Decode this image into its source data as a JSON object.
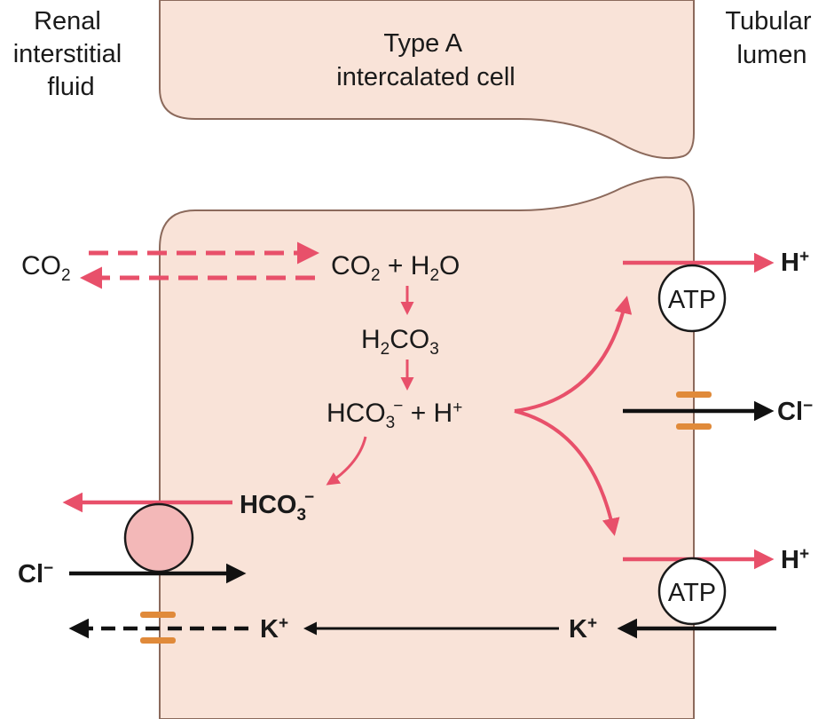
{
  "header": {
    "left_region": [
      "Renal",
      "interstitial",
      "fluid"
    ],
    "cell_title": [
      "Type A",
      "intercalated cell"
    ],
    "right_region": [
      "Tubular",
      "lumen"
    ]
  },
  "molecules": {
    "co2": {
      "main": "CO",
      "sub": "2"
    },
    "co2_h2o": {
      "a": "CO",
      "a_sub": "2",
      "b": " + H",
      "b_sub": "2",
      "c": "O"
    },
    "h2co3": {
      "a": "H",
      "a_sub": "2",
      "b": "CO",
      "b_sub": "3"
    },
    "hco3_h": {
      "a": "HCO",
      "a_sub": "3",
      "a_sup": "−",
      "b": " + H",
      "b_sup": "+"
    },
    "hco3_exit": {
      "a": "HCO",
      "a_sub": "3",
      "a_sup": "−"
    },
    "cl_in": {
      "a": "Cl",
      "a_sup": "−"
    },
    "k_left": {
      "a": "K",
      "a_sup": "+"
    },
    "k_right": {
      "a": "K",
      "a_sup": "+"
    },
    "h_top": {
      "a": "H",
      "a_sup": "+"
    },
    "cl_out": {
      "a": "Cl",
      "a_sup": "−"
    },
    "h_bottom": {
      "a": "H",
      "a_sup": "+"
    }
  },
  "pumps": {
    "top": "ATP",
    "bottom": "ATP"
  },
  "colors": {
    "cell_fill": "#f9e3d8",
    "cell_stroke": "#8c6a5c",
    "red_arrow": "#e8506a",
    "black_arrow": "#111111",
    "channel": "#e08a3a",
    "exchanger": "#f3b8b8"
  }
}
